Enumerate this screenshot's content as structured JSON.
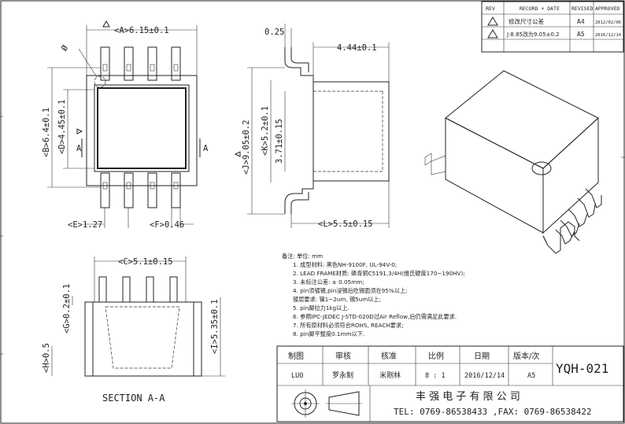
{
  "dims": {
    "a": "<A>6.15±0.1",
    "b": "<B>6.4±0.1",
    "d": "<D>4.45±0.1",
    "e": "<E>1.27",
    "f": "<F>0.46",
    "phi": "Ø",
    "w025": "0.25",
    "w444": "4.44±0.1",
    "j": "<J>9.05±0.2",
    "k": "<K>5.2±0.1",
    "k2": "3.71±0.15",
    "l": "<L>5.5±0.15",
    "c": "<C>5.1±0.15",
    "g": "<G>0.2±0.1",
    "h": "<H>0.5",
    "i": "<I>5.35±0.1",
    "section_a": "A"
  },
  "rev_table": {
    "headers": [
      "REV",
      "RECORD + DATE",
      "REVISED",
      "APPROVED"
    ],
    "rows": [
      {
        "record": "修改尺寸公差",
        "revised": "A4",
        "approved": "2012/02/06"
      },
      {
        "record": "J:8.85改为9.05±0.2",
        "revised": "A5",
        "approved": "2016/12/14"
      }
    ]
  },
  "notes": {
    "title": "备注: 单位: mm",
    "items": [
      "1. 成型材料: 黑色NH-9100F, UL-94V-0;",
      "2. LEAD FRAME材质: 磷青铜C5191,3/4H(维氏硬度170~190HV);",
      "3. 未标注公差: ± 0.05mm;",
      "4. pin须镀锡,pin浸锡后吃锡面须在95%以上;",
      "   镀层要求: 镍1~2um, 锡5um以上;",
      "5. pin脚拉力1kg以上.",
      "6. 参照IPC-JEDEC J-STD-020D过Air Reflow,后仍需满足此要求.",
      "7. 所有原材料必须符合ROHS, REACH要求;",
      "8. pin脚平整度0.1mm以下."
    ]
  },
  "title_block": {
    "headers": [
      "制图",
      "审核",
      "核准",
      "比例",
      "日期",
      "版本/次"
    ],
    "values": [
      "LUO",
      "罗永制",
      "米刚林",
      "8 : 1",
      "2016/12/14",
      "A5"
    ],
    "part_no": "YQH-021",
    "company": "丰 强 电 子 有 限 公 司",
    "contact": "TEL: 0769-86538433 ,FAX: 0769-86538422"
  },
  "section_label": "SECTION A-A"
}
